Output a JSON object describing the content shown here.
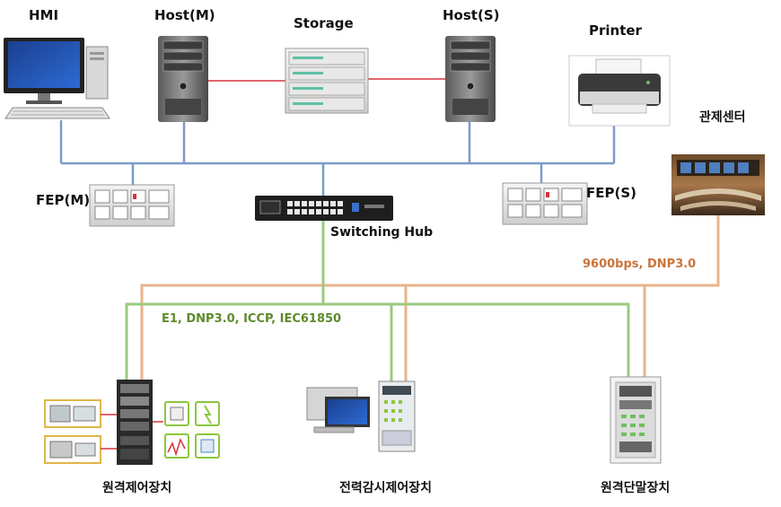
{
  "nodes": {
    "hmi": "HMI",
    "host_m": "Host(M)",
    "storage": "Storage",
    "host_s": "Host(S)",
    "printer": "Printer",
    "control_center": "관제센터",
    "fep_m": "FEP(M)",
    "switching_hub": "Switching Hub",
    "fep_s": "FEP(S)",
    "rtu_control": "원격제어장치",
    "scada": "전력감시제어장치",
    "rtu_terminal": "원격단말장치"
  },
  "links": {
    "protocols_green": "E1, DNP3.0, ICCP, IEC61850",
    "protocols_orange": "9600bps, DNP3.0"
  },
  "colors": {
    "lan": "#7b9bc9",
    "hot_link": "#d8333a",
    "green_bus": "#9cc97f",
    "orange_bus": "#e9b38b",
    "green_text": "#5d8a2c",
    "orange_text": "#c9743c"
  }
}
